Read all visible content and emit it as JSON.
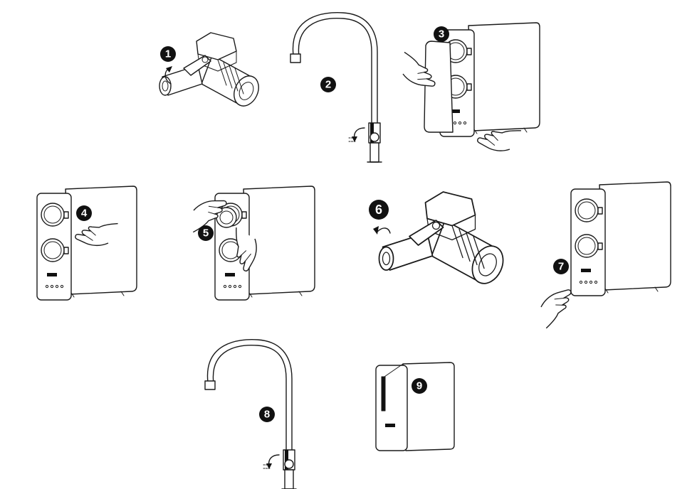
{
  "figure": {
    "steps": [
      {
        "number": "1",
        "subject": "valve"
      },
      {
        "number": "2",
        "subject": "faucet"
      },
      {
        "number": "3",
        "subject": "purifier-front-cover"
      },
      {
        "number": "4",
        "subject": "filter-knob"
      },
      {
        "number": "5",
        "subject": "filter-removal"
      },
      {
        "number": "6",
        "subject": "valve"
      },
      {
        "number": "7",
        "subject": "panel-button"
      },
      {
        "number": "8",
        "subject": "faucet"
      },
      {
        "number": "9",
        "subject": "purifier-closed"
      }
    ],
    "colors": {
      "line": "#1a1a1a",
      "badge": "#111111",
      "background": "#ffffff"
    }
  }
}
